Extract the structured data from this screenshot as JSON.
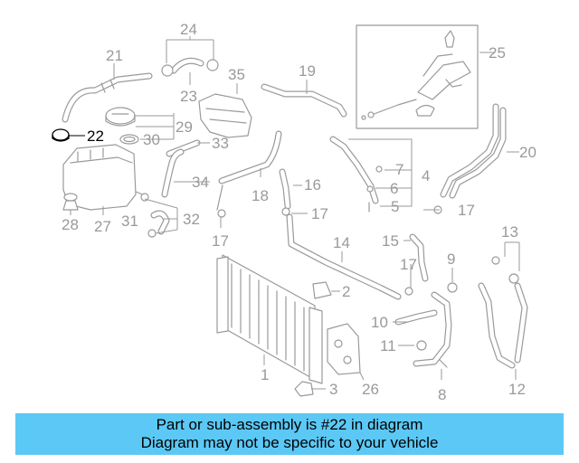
{
  "colors": {
    "line": "#9a9a9a",
    "highlight": "#000000",
    "banner": "#5cc8f5"
  },
  "callouts": {
    "c1": "1",
    "c2": "2",
    "c3": "3",
    "c4": "4",
    "c5": "5",
    "c6": "6",
    "c7": "7",
    "c8": "8",
    "c9": "9",
    "c10": "10",
    "c11": "11",
    "c12": "12",
    "c13": "13",
    "c14": "14",
    "c15": "15",
    "c16": "16",
    "c17a": "17",
    "c17b": "17",
    "c17c": "17",
    "c17d": "17",
    "c18": "18",
    "c19": "19",
    "c20": "20",
    "c21": "21",
    "c22": "22",
    "c23": "23",
    "c24": "24",
    "c25": "25",
    "c26": "26",
    "c27": "27",
    "c28": "28",
    "c29": "29",
    "c30": "30",
    "c31": "31",
    "c32": "32",
    "c33": "33",
    "c34": "34",
    "c35": "35"
  },
  "highlighted_part": "22",
  "banner": {
    "line1": "Part or sub-assembly is #22 in diagram",
    "line2": "Diagram may not be specific to your vehicle"
  }
}
